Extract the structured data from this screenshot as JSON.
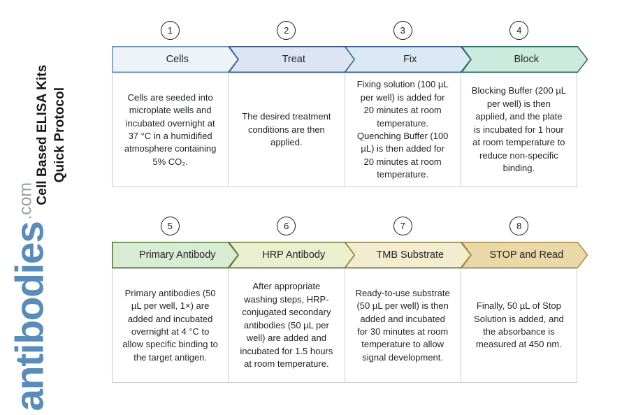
{
  "title": {
    "line1": "Cell Based ELISA Kits",
    "line2": "Quick Protocol"
  },
  "brand": {
    "name": "antibodies",
    "tld": ".com",
    "name_color": "#5b8cb8",
    "tld_color": "#9aa0a6"
  },
  "rows": [
    {
      "steps": [
        {
          "number": "1",
          "label": "Cells",
          "fill": "#eef3f9",
          "stroke": "#6b8fb5",
          "text": "Cells are seeded into microplate wells and incubated overnight at 37 °C in a humidified atmosphere containing 5% CO₂."
        },
        {
          "number": "2",
          "label": "Treat",
          "fill": "#dde4f4",
          "stroke": "#3c5b86",
          "text": "The desired treatment conditions are then applied."
        },
        {
          "number": "3",
          "label": "Fix",
          "fill": "#dbe9f6",
          "stroke": "#39618c",
          "text": "Fixing solution (100 µL per well) is added for 20 minutes at room temperature. Quenching Buffer (100 µL) is then added for 20 minutes at room temperature."
        },
        {
          "number": "4",
          "label": "Block",
          "fill": "#cdeade",
          "stroke": "#2f6b63",
          "text": "Blocking Buffer (200 µL per well) is then applied, and the plate is incubated for 1 hour at room temperature to reduce non-specific binding."
        }
      ]
    },
    {
      "steps": [
        {
          "number": "5",
          "label": "Primary Antibody",
          "fill": "#d9ecd3",
          "stroke": "#4a7a33",
          "text": "Primary antibodies (50 µL per well, 1×) are added and incubated overnight at 4 °C to allow specific binding to the target antigen."
        },
        {
          "number": "6",
          "label": "HRP Antibody",
          "fill": "#eaefce",
          "stroke": "#6f7a2e",
          "text": "After appropriate washing steps, HRP-conjugated secondary antibodies (50 µL per well) are added and incubated for 1.5 hours at room temperature."
        },
        {
          "number": "7",
          "label": "TMB Substrate",
          "fill": "#f3edd0",
          "stroke": "#8a7434",
          "text": "Ready-to-use substrate (50 µL per well) is then added and incubated for 30 minutes at room temperature to allow signal development."
        },
        {
          "number": "8",
          "label": "STOP and Read",
          "fill": "#e9d9a9",
          "stroke": "#a98b3d",
          "text": "Finally, 50 µL of Stop Solution is added, and the absorbance is measured at 450 nm."
        }
      ]
    }
  ]
}
